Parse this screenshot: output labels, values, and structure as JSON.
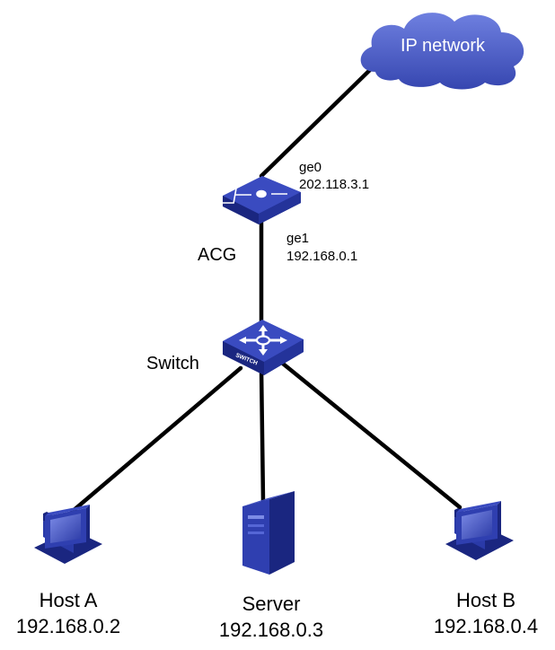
{
  "cloud": {
    "label": "IP network"
  },
  "acg": {
    "label": "ACG",
    "ge0": {
      "name": "ge0",
      "ip": "202.118.3.1"
    },
    "ge1": {
      "name": "ge1",
      "ip": "192.168.0.1"
    }
  },
  "switch": {
    "label": "Switch",
    "badge": "SWITCH"
  },
  "hosts": [
    {
      "name": "Host A",
      "ip": "192.168.0.2"
    },
    {
      "name": "Server",
      "ip": "192.168.0.3"
    },
    {
      "name": "Host B",
      "ip": "192.168.0.4"
    }
  ],
  "colors": {
    "device": "#2f3fb0",
    "device_top": "#5566d6",
    "device_dark": "#1a2680",
    "cloud": "#4a5bc4",
    "link": "#000000"
  }
}
